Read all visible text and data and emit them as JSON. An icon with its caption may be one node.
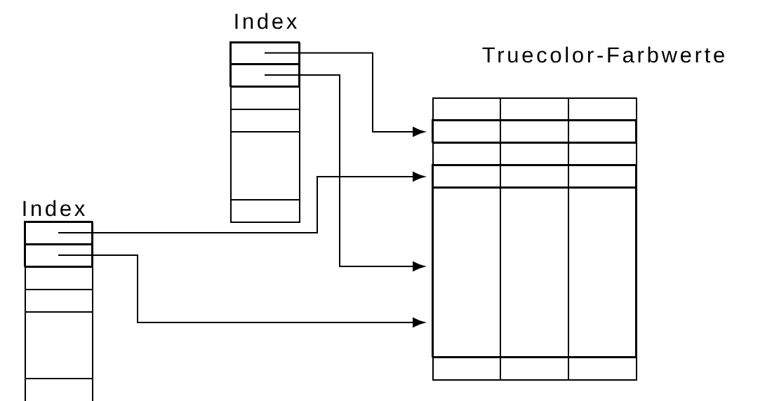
{
  "diagram": {
    "nodes": [
      {
        "text": [
          "Index"
        ]
      },
      {
        "text": [],
        "shape": "box",
        "in": 0
      },
      {
        "text": [],
        "shape": "box",
        "in": 0
      },
      {
        "text": [
          "Index"
        ]
      },
      {
        "text": [],
        "shape": "box",
        "in": 3
      },
      {
        "text": [],
        "shape": "box",
        "in": 3
      },
      {
        "text": [
          "Truecolor-Farbwerte"
        ]
      },
      {
        "text": [],
        "shape": "box",
        "in": 6
      },
      {
        "text": [],
        "shape": "box",
        "in": 6
      },
      {
        "text": [],
        "shape": "box",
        "in": 6
      }
    ],
    "edges": [
      {
        "from": 1,
        "to": 7,
        "arrow": "to"
      },
      {
        "from": 2,
        "to": 9,
        "arrow": "to"
      },
      {
        "from": 4,
        "to": 8,
        "arrow": "to"
      },
      {
        "from": 5,
        "to": 9,
        "arrow": "to"
      }
    ]
  }
}
